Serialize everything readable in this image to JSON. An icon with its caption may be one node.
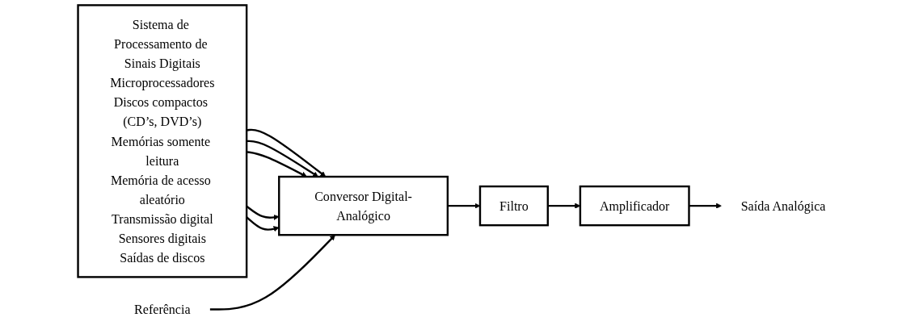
{
  "diagram": {
    "nodes": [
      {
        "text": [
          "Sistema de Processamento de Sinais Digitais",
          "Microprocessadores",
          "Discos compactos (CD’s, DVD’s)",
          "Memórias somente leitura",
          "Memória de acesso aleatório",
          "Transmissão digital",
          "Sensores digitais",
          "Saídas de discos"
        ]
      },
      {
        "text": [
          "Conversor Digital-Analógico"
        ]
      },
      {
        "text": [
          "Filtro"
        ]
      },
      {
        "text": [
          "Amplificador"
        ]
      },
      {
        "text": [
          "Saída Analógica"
        ]
      },
      {
        "text": [
          "Referência"
        ]
      }
    ],
    "edges": [
      {
        "from": 0,
        "to": 1,
        "arrow": "to"
      },
      {
        "from": 0,
        "to": 1,
        "arrow": "to"
      },
      {
        "from": 0,
        "to": 1,
        "arrow": "to"
      },
      {
        "from": 0,
        "to": 1,
        "arrow": "to"
      },
      {
        "from": 0,
        "to": 1,
        "arrow": "to"
      },
      {
        "from": 1,
        "to": 2,
        "arrow": "to"
      },
      {
        "from": 2,
        "to": 3,
        "arrow": "to"
      },
      {
        "from": 3,
        "to": 4,
        "arrow": "to"
      },
      {
        "from": 5,
        "to": 1,
        "arrow": "to"
      }
    ]
  }
}
